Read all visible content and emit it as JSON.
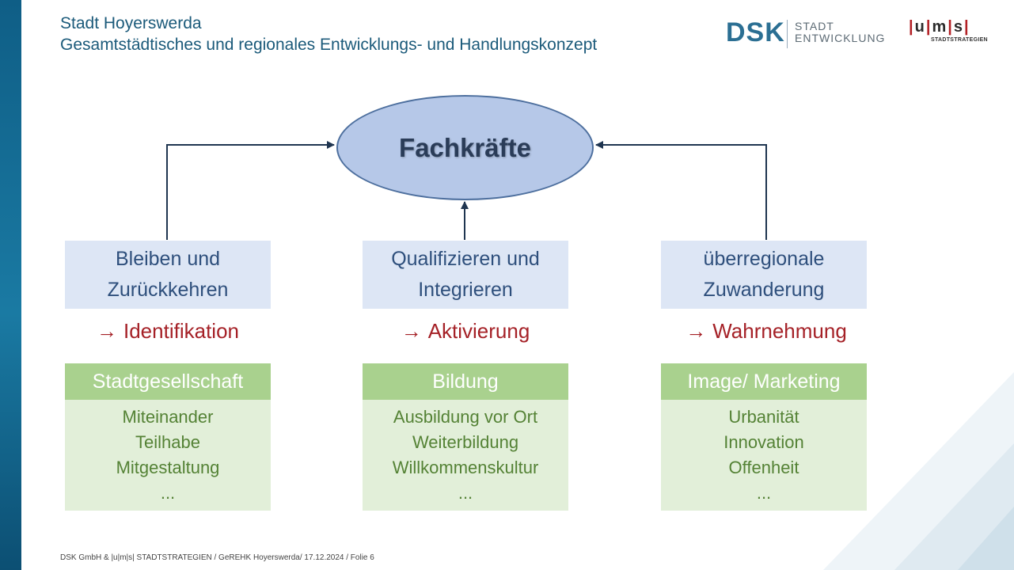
{
  "header": {
    "title": "Stadt Hoyerswerda",
    "subtitle": "Gesamtstädtisches und regionales Entwicklungs- und Handlungskonzept"
  },
  "logos": {
    "dsk": {
      "word": "DSK",
      "line1": "STADT",
      "line2": "ENTWICKLUNG"
    },
    "ums": {
      "word_parts": [
        "|",
        "u",
        "|",
        "m",
        "|",
        "s",
        "|"
      ],
      "sub": "STADTSTRATEGIEN"
    }
  },
  "diagram": {
    "center": "Fachkräfte",
    "pillars": [
      {
        "line1": "Bleiben und",
        "line2": "Zurückkehren",
        "arrow_symbol": "→",
        "result": "Identifikation",
        "card_title": "Stadtgesellschaft",
        "items": [
          "Miteinander",
          "Teilhabe",
          "Mitgestaltung",
          "..."
        ]
      },
      {
        "line1": "Qualifizieren und",
        "line2": "Integrieren",
        "arrow_symbol": "→",
        "result": "Aktivierung",
        "card_title": "Bildung",
        "items": [
          "Ausbildung vor Ort",
          "Weiterbildung",
          "Willkommenskultur",
          "..."
        ]
      },
      {
        "line1": "überregionale",
        "line2": "Zuwanderung",
        "arrow_symbol": "→",
        "result": "Wahrnehmung",
        "card_title": "Image/ Marketing",
        "items": [
          "Urbanität",
          "Innovation",
          "Offenheit",
          "..."
        ]
      }
    ]
  },
  "footer": "DSK GmbH & |u|m|s| STADTSTRATEGIEN  / GeREHK Hoyerswerda/ 17.12.2024 / Folie 6",
  "colors": {
    "accent_blue": "#1b5a7a",
    "ellipse_fill": "#b6c8e8",
    "pillar_fill": "#dde6f5",
    "result_red": "#a52127",
    "card_head_green": "#a9d18e",
    "card_body_green": "#e2efd9",
    "card_text_green": "#548235"
  }
}
